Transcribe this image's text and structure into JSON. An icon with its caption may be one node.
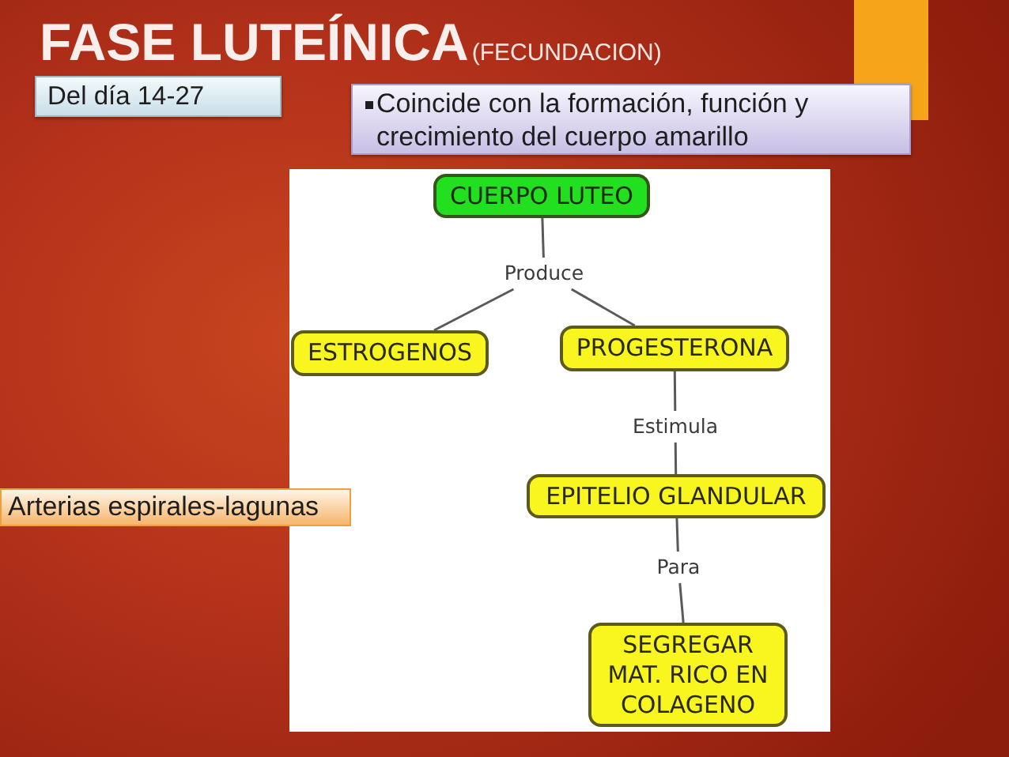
{
  "diagram": {
    "title": "FASE LUTEÍNICA",
    "nodes": [
      {
        "text": [
          "Del día 14-27"
        ]
      },
      {
        "text": [
          "Coincide con la formación, función y crecimiento del cuerpo amarillo"
        ]
      },
      {
        "text": [
          "CUERPO LUTEO"
        ]
      },
      {
        "text": [
          "Produce"
        ]
      },
      {
        "text": [
          "ESTROGENOS"
        ]
      },
      {
        "text": [
          "PROGESTERONA"
        ]
      },
      {
        "text": [
          "Estimula"
        ]
      },
      {
        "text": [
          "Arterias espirales-lagunas"
        ]
      },
      {
        "text": [
          "EPITELIO GLANDULAR"
        ]
      },
      {
        "text": [
          "Para"
        ]
      },
      {
        "text": [
          "SEGREGAR MAT. RICO EN COLAGENO"
        ]
      }
    ],
    "edges": [
      {
        "from": 2,
        "to": 3,
        "arrow": "none"
      },
      {
        "from": 3,
        "to": 4,
        "arrow": "none"
      },
      {
        "from": 3,
        "to": 5,
        "arrow": "none"
      },
      {
        "from": 5,
        "to": 6,
        "arrow": "none"
      },
      {
        "from": 6,
        "to": 8,
        "arrow": "none"
      },
      {
        "from": 8,
        "to": 9,
        "arrow": "none"
      },
      {
        "from": 9,
        "to": 10,
        "arrow": "none"
      }
    ],
    "labels": [
      "(FECUNDACION)"
    ]
  }
}
